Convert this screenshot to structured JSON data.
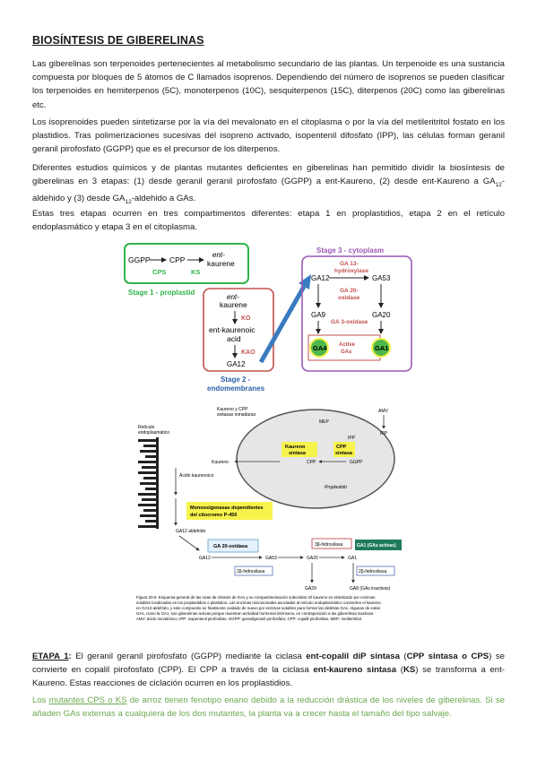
{
  "document": {
    "title": "BIOSÍNTESIS DE GIBERELINAS",
    "p1": "Las giberelinas son terpenoides pertenecientes al metabolismo secundario de las plantas. Un terpenoide es una sustancia compuesta por bloques de 5 átomos de C llamados isoprenos. Dependiendo del número de isoprenos se pueden clasificar los terpenoides en hemiterpenos (5C), monoterpenos (10C), sesquiterpenos (15C), diterpenos (20C) como las giberelinas etc.",
    "p2": "Los isoprenoides pueden sintetizarse por la vía del mevalonato en el citoplasma o por la vía del metileritritol fostato en los plastidios. Tras polimerizaciones sucesivas del isopreno activado, isopentenil difosfato (IPP), las células forman geranil geranil pirofosfato (GGPP) que es el precursor de los diterpenos.",
    "p3_a": "Diferentes estudios químicos y de plantas mutantes deficientes en giberelinas han permitido dividir la biosíntesis de giberelinas en 3 etapas: (1) desde geranil geranil pirofosfato (GGPP) a ent-Kaureno, (2) desde ent-Kaureno a GA",
    "p3_sub1": "12",
    "p3_b": "-aldehido y (3) desde GA",
    "p3_sub2": "12",
    "p3_c": "-aldehido a GAs.",
    "p4": "Estas tres etapas ocurren en tres compartimentos diferentes: etapa 1 en proplastidios, etapa 2 en el retículo endoplasmático y etapa 3 en el citoplasma.",
    "etapa_label": "ETAPA 1",
    "etapa_colon": ":",
    "etapa_t1": " El geranil geranil pirofosfato (GGPP) mediante la ciclasa ",
    "etapa_b1": "ent-copalil diP sintasa",
    "etapa_t2": " (",
    "etapa_b2": "CPP sintasa o CPS",
    "etapa_t3": ") se convierte en copalil pirofosfato (CPP). El CPP a través de la ciclasa ",
    "etapa_b3": "ent-kaureno sintasa",
    "etapa_t4": " (",
    "etapa_b4": "KS",
    "etapa_t5": ") se transforma a ent-Kaureno. Estas reacciones de ciclación ocurren en los proplastidios.",
    "green_t1": "Los ",
    "green_u1": "mutantes CPS o KS",
    "green_t2": " de arroz tienen fenotipo enano debido a la reducción drástica de los niveles de giberelinas. Si se añaden GAs externas a cualquiera de los dos mutantes, la planta va a crecer hasta el tamaño del tipo salvaje."
  },
  "figure1": {
    "stage1_title": "Stage 1 - proplastid",
    "ggpp": "GGPP",
    "cpp": "CPP",
    "ent": "ent-",
    "kaurene": "kaurene",
    "cps": "CPS",
    "ks": "KS",
    "s2_ent": "ent-",
    "s2_kaurene": "kaurene",
    "ko": "KO",
    "acid1": "ent-kaurenoic",
    "acid2": "acid",
    "kao": "KAO",
    "ga12": "GA12",
    "stage2_title": "Stage 2 -",
    "stage2_sub": "endomembranes",
    "stage3_title": "Stage 3 - cytoplasm",
    "ga12_c": "GA12",
    "ga13": "GA 13-",
    "hydroxylase": "hydroxylase",
    "ga53": "GA53",
    "ga20ox1": "GA 20-",
    "ga20ox2": "oxidase",
    "ga9": "GA9",
    "ga20": "GA20",
    "ga3ox": "GA 3-oxidase",
    "ga4": "GA4",
    "ga1": "GA1",
    "active1": "Active",
    "active2": "GAs"
  },
  "figure2": {
    "kaureno_cpp1": "Kaureno y CPP",
    "kaureno_cpp2": "sintasas inmaduras",
    "amv": "AMV",
    "mep": "MEP",
    "ipp1": "IPP",
    "ipp2": "IPP",
    "reticulo1": "Retículo",
    "reticulo2": "endoplasmático",
    "ks1": "Kaureno",
    "ks2": "sintasa",
    "cps1": "CPP",
    "cps2": "sintasa",
    "kaureno": "Kaureno",
    "cpp": "CPP",
    "ggpp": "GGPP",
    "proplastido": "Proplastido",
    "acido1": "Ácido kaurenoico",
    "mono1": "Monooxigenasas dependientes",
    "mono2": "del citocromo P-450",
    "ga12ald": "GA12 aldehído",
    "ga20ox": "GA 20-oxidasa",
    "ga12": "GA12",
    "ga53": "GA53",
    "ga20": "GA20",
    "ga1": "GA1",
    "b3": "3β-hidroxilasa",
    "ga1act": "GA1 (GAs activas)",
    "b2a": "2β-hidroxilasa",
    "b2b": "2β-hidroxilasa",
    "ga29": "GA29",
    "ga8": "GA8 (GAs inactivas)",
    "cap1": "Figura 20-6. Esquema general de las rutas de síntesis de GAs y su compartimentación subcelular. El kaureno es sintetizado por enzimas",
    "cap2": "solubles localizadas en los proplastidios o plastidios. Las enzimas microsomales asociadas al retículo endoplasmático convierten el kaureno",
    "cap3": "en GA12-aldehído, y este compuesto es finalmente oxidado de nuevo por enzimas solubles para formar las distintas GAs. Algunas de estas",
    "cap4": "GAs, como la GA1, son giberelinas activas porque muestran actividad hormonal intrínseca, en contraposición a las giberelinas inactivas.",
    "cap5": "AMV: ácido mevalónico; IPP: isopentenil pirofosfato; GGPP: geranilgeranil pirofosfato; CPP: copalil pirofosfato. MEP: metileritritol."
  },
  "colors": {
    "green_text": "#6aa84f",
    "stage1": "#2fb44a",
    "stage2": "#c0504d",
    "stage3": "#9b59b6",
    "arrow": "#3a7bbf",
    "yellow": "#f7f34d",
    "ga_circle": "#4fb84a"
  }
}
